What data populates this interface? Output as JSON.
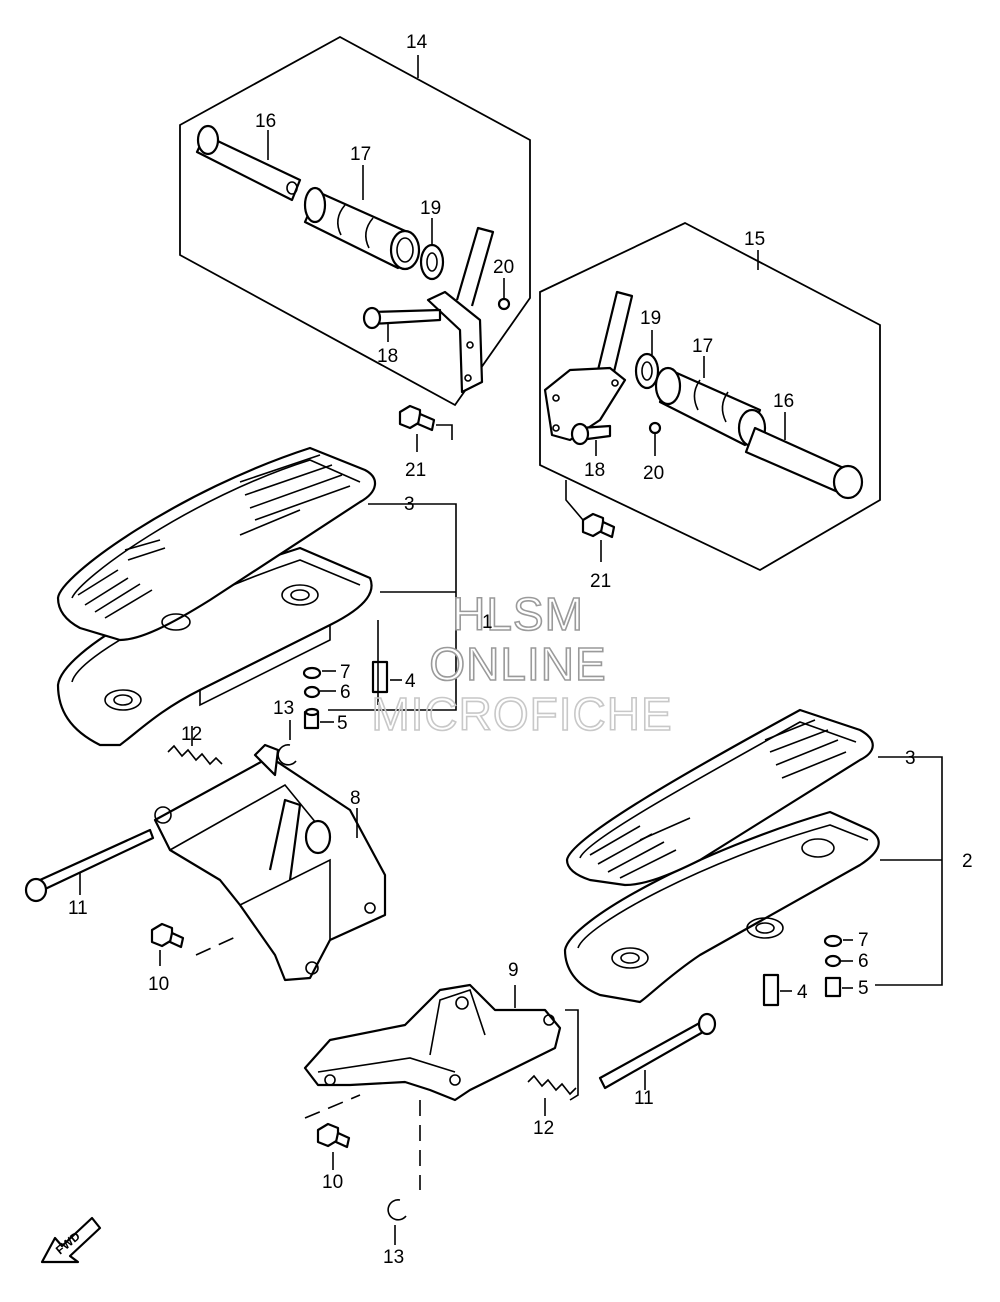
{
  "watermark": {
    "line1": "HLSM",
    "line2": "ONLINE",
    "line3": "MICROFICHE"
  },
  "fwd_label": "FWD",
  "callouts": [
    {
      "id": "c14",
      "text": "14"
    },
    {
      "id": "c16a",
      "text": "16"
    },
    {
      "id": "c17a",
      "text": "17"
    },
    {
      "id": "c19a",
      "text": "19"
    },
    {
      "id": "c20a",
      "text": "20"
    },
    {
      "id": "c18a",
      "text": "18"
    },
    {
      "id": "c21a",
      "text": "21"
    },
    {
      "id": "c15",
      "text": "15"
    },
    {
      "id": "c19b",
      "text": "19"
    },
    {
      "id": "c17b",
      "text": "17"
    },
    {
      "id": "c16b",
      "text": "16"
    },
    {
      "id": "c18b",
      "text": "18"
    },
    {
      "id": "c20b",
      "text": "20"
    },
    {
      "id": "c21b",
      "text": "21"
    },
    {
      "id": "c3a",
      "text": "3"
    },
    {
      "id": "c1",
      "text": "1"
    },
    {
      "id": "c7a",
      "text": "7"
    },
    {
      "id": "c4a",
      "text": "4"
    },
    {
      "id": "c6a",
      "text": "6"
    },
    {
      "id": "c13a",
      "text": "13"
    },
    {
      "id": "c5a",
      "text": "5"
    },
    {
      "id": "c12a",
      "text": "12"
    },
    {
      "id": "c8",
      "text": "8"
    },
    {
      "id": "c11a",
      "text": "11"
    },
    {
      "id": "c10a",
      "text": "10"
    },
    {
      "id": "c3b",
      "text": "3"
    },
    {
      "id": "c2",
      "text": "2"
    },
    {
      "id": "c7b",
      "text": "7"
    },
    {
      "id": "c6b",
      "text": "6"
    },
    {
      "id": "c4b",
      "text": "4"
    },
    {
      "id": "c5b",
      "text": "5"
    },
    {
      "id": "c9",
      "text": "9"
    },
    {
      "id": "c11b",
      "text": "11"
    },
    {
      "id": "c12b",
      "text": "12"
    },
    {
      "id": "c10b",
      "text": "10"
    },
    {
      "id": "c13b",
      "text": "13"
    }
  ]
}
